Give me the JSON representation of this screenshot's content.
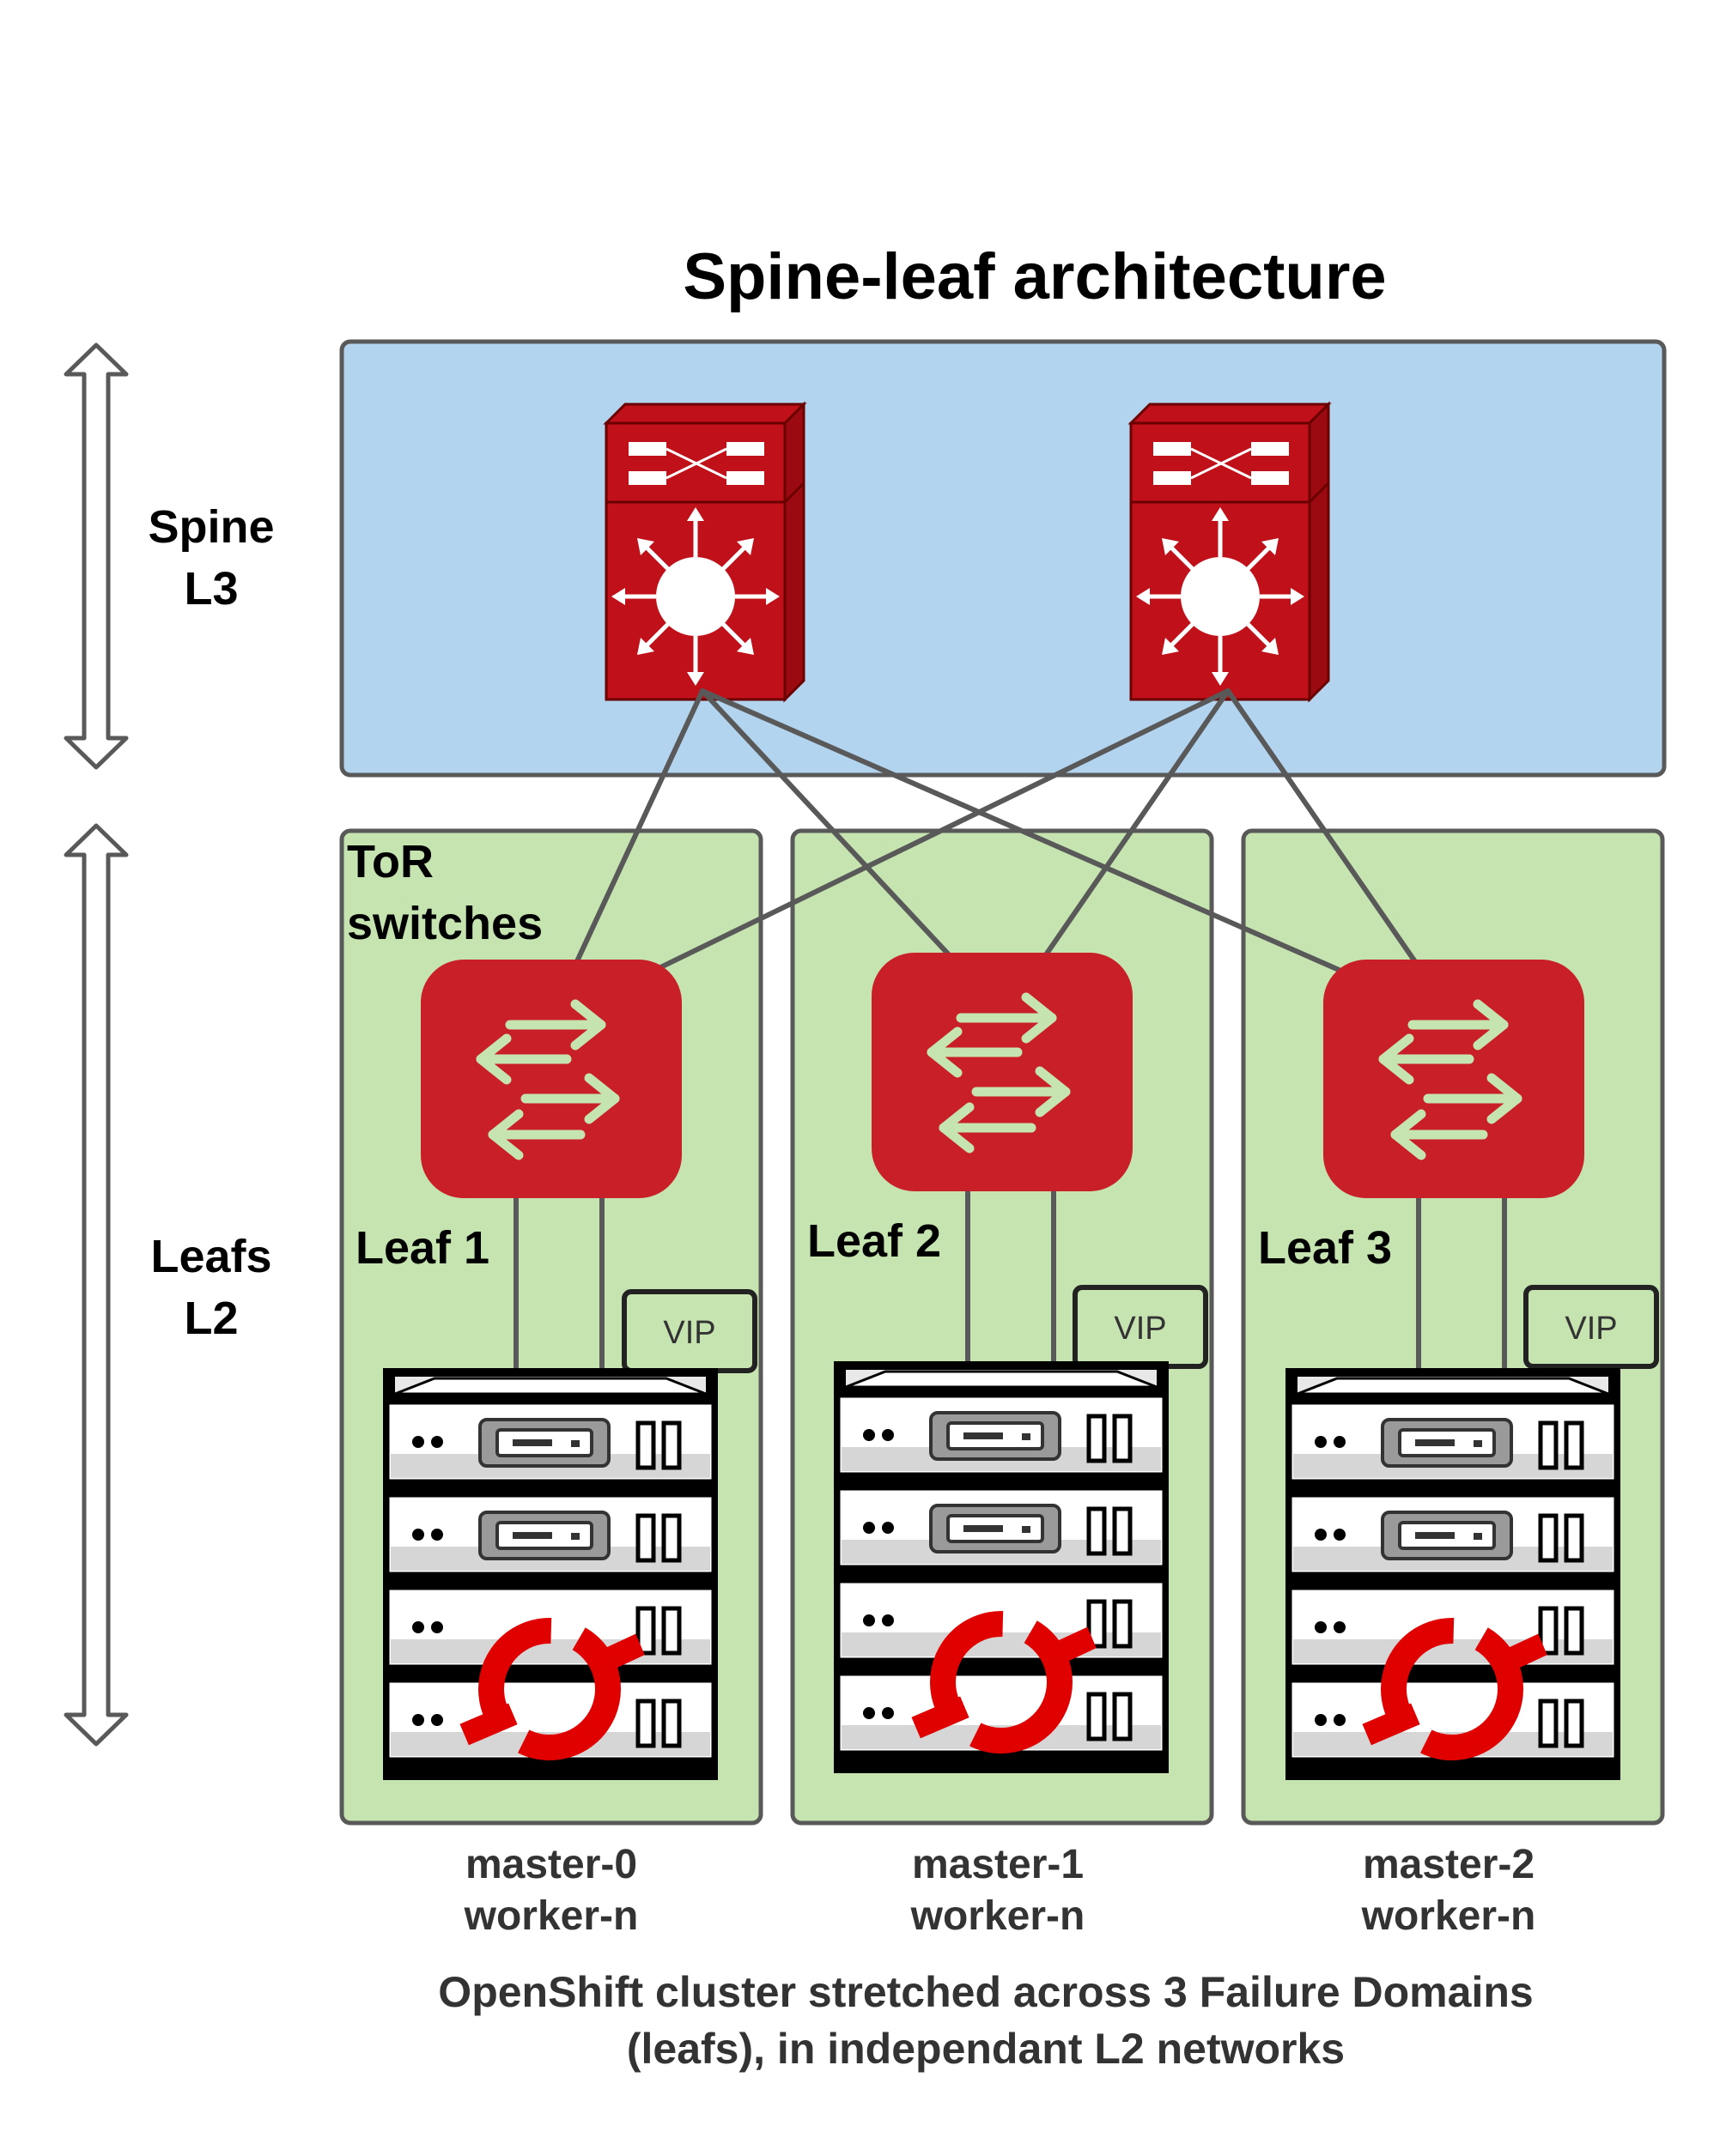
{
  "title": "Spine-leaf architecture",
  "layers": {
    "spine": {
      "line1": "Spine",
      "line2": "L3"
    },
    "leafs": {
      "line1": "Leafs",
      "line2": "L2"
    }
  },
  "tor_label": {
    "line1": "ToR",
    "line2": "switches"
  },
  "leaf_zones": [
    {
      "label": "Leaf 1",
      "vip": "VIP",
      "nodes_line1": "master-0",
      "nodes_line2": "worker-n"
    },
    {
      "label": "Leaf 2",
      "vip": "VIP",
      "nodes_line1": "master-1",
      "nodes_line2": "worker-n"
    },
    {
      "label": "Leaf 3",
      "vip": "VIP",
      "nodes_line1": "master-2",
      "nodes_line2": "worker-n"
    }
  ],
  "caption": {
    "line1": "OpenShift cluster stretched across 3 Failure Domains",
    "line2": "(leafs), in independant L2 networks"
  },
  "colors": {
    "spine_zone": "#b3d4ee",
    "leaf_zone": "#c6e4b0",
    "switch_red": "#c0101a",
    "tor_red": "#c81f28",
    "arrow_green": "#c6e4b0",
    "link": "#595959",
    "openshift_red": "#e00000"
  },
  "icons": [
    "spine-switch-icon",
    "tor-switch-icon",
    "server-rack-icon",
    "openshift-logo-icon",
    "double-arrow-icon"
  ]
}
